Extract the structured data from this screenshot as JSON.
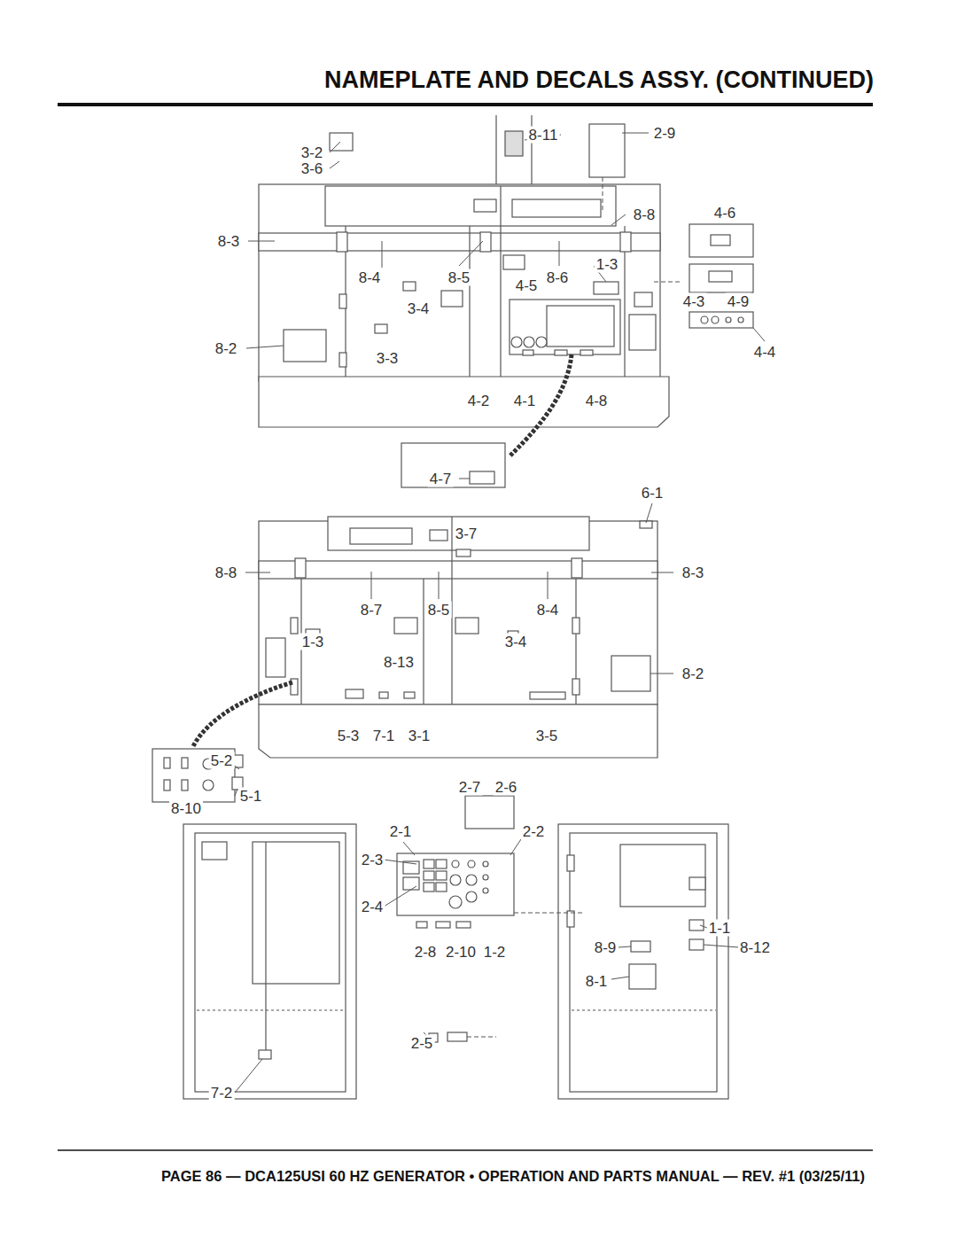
{
  "diagram": {
    "title": "NAMEPLATE AND DECALS ASSY. (CONTINUED)",
    "caption": "PAGE 86 — DCA125USI 60 HZ GENERATOR • OPERATION AND PARTS MANUAL — REV. #1 (03/25/11)",
    "labels": [
      "3-2",
      "3-6",
      "8-11",
      "2-9",
      "8-8",
      "4-6",
      "8-3",
      "1-3",
      "8-4",
      "8-5",
      "4-5",
      "8-6",
      "3-4",
      "4-3",
      "4-9",
      "8-2",
      "3-3",
      "4-4",
      "4-2",
      "4-1",
      "4-8",
      "4-7",
      "6-1",
      "3-7",
      "8-8",
      "8-3",
      "8-7",
      "8-5",
      "8-4",
      "1-3",
      "3-4",
      "8-13",
      "8-2",
      "5-3",
      "7-1",
      "3-1",
      "3-5",
      "5-2",
      "5-1",
      "8-10",
      "2-7",
      "2-6",
      "2-1",
      "2-2",
      "2-3",
      "2-4",
      "1-1",
      "8-9",
      "8-12",
      "8-1",
      "2-8",
      "2-10",
      "1-2",
      "2-5",
      "7-2"
    ]
  }
}
